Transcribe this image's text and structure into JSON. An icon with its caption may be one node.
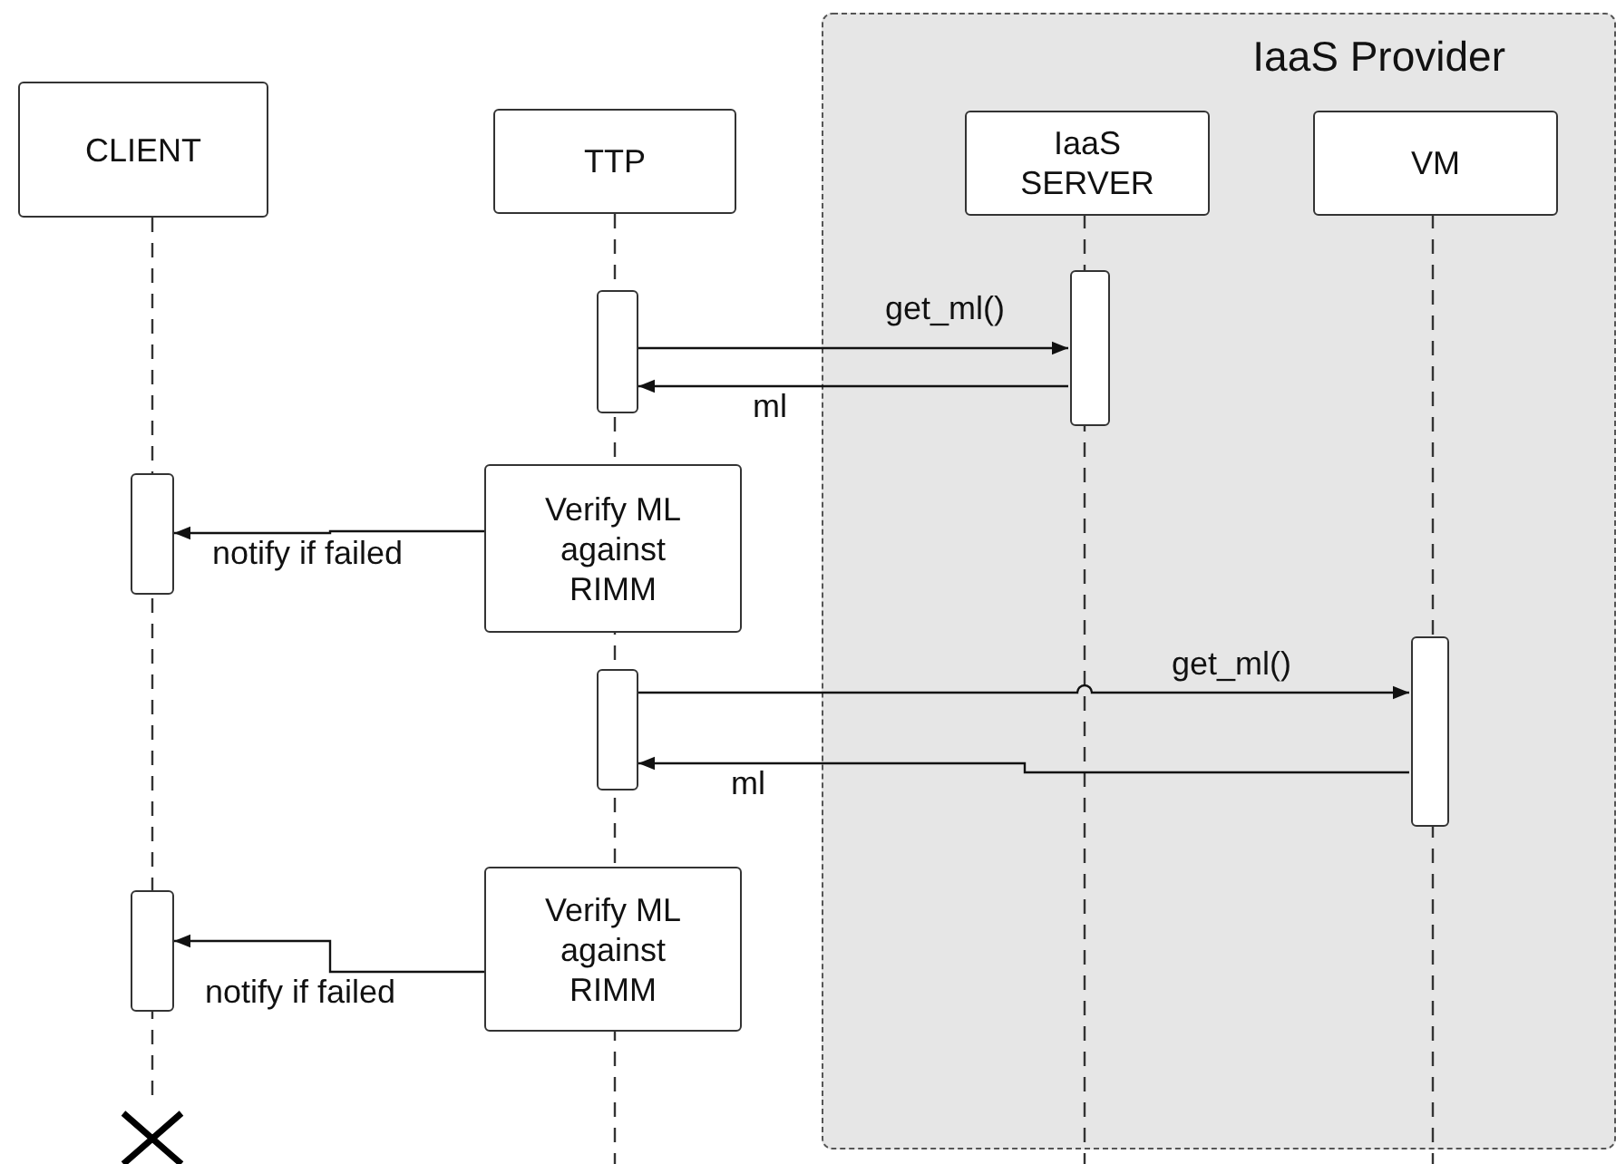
{
  "diagram": {
    "nodes": [
      {
        "text": [
          "IaaS Provider"
        ]
      },
      {
        "text": [
          "CLIENT"
        ]
      },
      {
        "text": [
          "TTP"
        ]
      },
      {
        "text": [
          "IaaS SERVER"
        ],
        "in": 0
      },
      {
        "text": [
          "VM"
        ],
        "in": 0
      },
      {
        "text": [],
        "shape": "bar"
      },
      {
        "text": [],
        "shape": "bar",
        "in": 0
      },
      {
        "text": [],
        "shape": "bar"
      },
      {
        "text": [
          "Verify ML against RIMM"
        ]
      },
      {
        "text": [],
        "shape": "bar"
      },
      {
        "text": [],
        "shape": "bar",
        "in": 0
      },
      {
        "text": [],
        "shape": "bar"
      },
      {
        "text": [
          "Verify ML against RIMM"
        ]
      }
    ],
    "edges": [
      {
        "from": 5,
        "to": 6,
        "arrow": "to",
        "label": "get_ml()"
      },
      {
        "from": 6,
        "to": 5,
        "arrow": "to",
        "label": "ml"
      },
      {
        "from": 8,
        "to": 7,
        "arrow": "to",
        "label": "notify if failed"
      },
      {
        "from": 9,
        "to": 10,
        "arrow": "to",
        "label": "get_ml()"
      },
      {
        "from": 10,
        "to": 9,
        "arrow": "to",
        "label": "ml"
      },
      {
        "from": 12,
        "to": 11,
        "arrow": "to",
        "label": "notify if failed"
      }
    ]
  }
}
